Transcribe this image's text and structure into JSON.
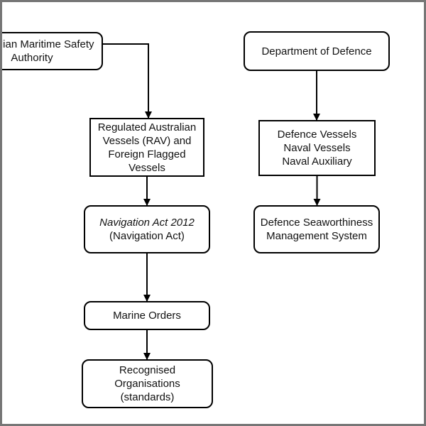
{
  "diagram": {
    "nodes": [
      {
        "id": "amsa",
        "shape": "rounded",
        "lines": [
          "Australian Maritime Safety",
          "Authority"
        ]
      },
      {
        "id": "rav",
        "shape": "rect",
        "lines": [
          "Regulated Australian",
          "Vessels (RAV) and",
          "Foreign Flagged",
          "Vessels"
        ]
      },
      {
        "id": "navact",
        "shape": "rounded",
        "lines": [
          "Navigation Act 2012",
          "(Navigation Act)"
        ],
        "italic_line": 0
      },
      {
        "id": "marine-orders",
        "shape": "rounded",
        "lines": [
          "Marine Orders"
        ]
      },
      {
        "id": "recognised-orgs",
        "shape": "rounded",
        "lines": [
          "Recognised",
          "Organisations",
          "(standards)"
        ]
      },
      {
        "id": "defence-dept",
        "shape": "rounded",
        "lines": [
          "Department of Defence"
        ]
      },
      {
        "id": "defence-vessels",
        "shape": "rect",
        "lines": [
          "Defence Vessels",
          "Naval Vessels",
          "Naval Auxiliary"
        ]
      },
      {
        "id": "dsms",
        "shape": "rounded",
        "lines": [
          "Defence Seaworthiness",
          "Management System"
        ]
      }
    ],
    "edges": [
      {
        "from": "amsa",
        "to": "rav"
      },
      {
        "from": "rav",
        "to": "navact"
      },
      {
        "from": "navact",
        "to": "marine-orders"
      },
      {
        "from": "marine-orders",
        "to": "recognised-orgs"
      },
      {
        "from": "defence-dept",
        "to": "defence-vessels"
      },
      {
        "from": "defence-vessels",
        "to": "dsms"
      }
    ],
    "colors": {
      "line": "#000000",
      "frame": "#767676",
      "text": "#111111"
    }
  }
}
